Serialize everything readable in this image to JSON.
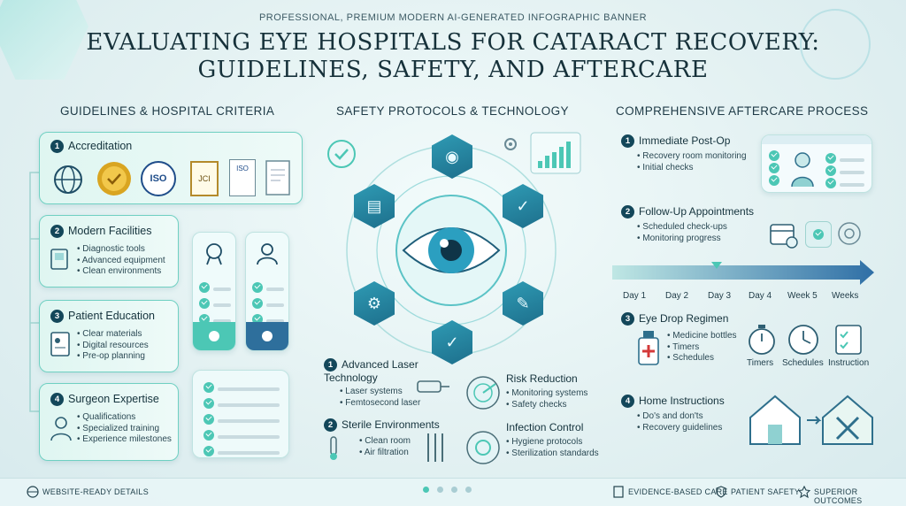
{
  "header": {
    "topline": "PROFESSIONAL, PREMIUM MODERN AI-GENERATED INFOGRAPHIC BANNER",
    "title_line1": "EVALUATING EYE HOSPITALS FOR CATARACT RECOVERY:",
    "title_line2": "GUIDELINES, SAFETY, AND AFTERCARE"
  },
  "columns": {
    "left": "GUIDELINES & HOSPITAL CRITERIA",
    "middle": "SAFETY PROTOCOLS & TECHNOLOGY",
    "right": "COMPREHENSIVE AFTERCARE PROCESS"
  },
  "left_cards": [
    {
      "num": "1",
      "title": "Accreditation",
      "bullets": [],
      "badges": [
        "ISO",
        "JCI",
        "ISO"
      ]
    },
    {
      "num": "2",
      "title": "Modern Facilities",
      "bullets": [
        "Diagnostic tools",
        "Advanced equipment",
        "Clean environments"
      ]
    },
    {
      "num": "3",
      "title": "Patient Education",
      "bullets": [
        "Clear materials",
        "Digital resources",
        "Pre-op planning"
      ]
    },
    {
      "num": "4",
      "title": "Surgeon Expertise",
      "bullets": [
        "Qualifications",
        "Specialized training",
        "Experience milestones"
      ]
    }
  ],
  "middle_cards": [
    {
      "num": "1",
      "title": "Advanced Laser Technology",
      "bullets": [
        "Laser systems",
        "Femtosecond laser"
      ]
    },
    {
      "num": "2",
      "title": "Sterile Environments",
      "bullets": [
        "Clean room",
        "Air filtration"
      ]
    },
    {
      "num": "",
      "title": "Risk Reduction",
      "bullets": [
        "Monitoring systems",
        "Safety checks"
      ]
    },
    {
      "num": "",
      "title": "Infection Control",
      "bullets": [
        "Hygiene protocols",
        "Sterilization standards"
      ]
    }
  ],
  "right_cards": [
    {
      "num": "1",
      "title": "Immediate Post-Op",
      "bullets": [
        "Recovery room monitoring",
        "Initial checks"
      ]
    },
    {
      "num": "2",
      "title": "Follow-Up Appointments",
      "bullets": [
        "Scheduled check-ups",
        "Monitoring progress"
      ]
    },
    {
      "num": "3",
      "title": "Eye Drop Regimen",
      "bullets": [
        "Medicine bottles",
        "Timers",
        "Schedules"
      ]
    },
    {
      "num": "4",
      "title": "Home Instructions",
      "bullets": [
        "Do's and don'ts",
        "Recovery guidelines"
      ]
    }
  ],
  "timeline": [
    "Day 1",
    "Day 2",
    "Day 3",
    "Day 4",
    "Week 5",
    "Weeks"
  ],
  "regimen_icons": [
    "Timers",
    "Schedules",
    "Instruction"
  ],
  "footer": {
    "left": "WEBSITE-READY DETAILS",
    "r1": "EVIDENCE-BASED CARE",
    "r2": "PATIENT SAFETY",
    "r3": "SUPERIOR OUTCOMES"
  },
  "colors": {
    "accent": "#4cc7b5",
    "dark": "#13475a",
    "hex": "#1d6f8c"
  }
}
